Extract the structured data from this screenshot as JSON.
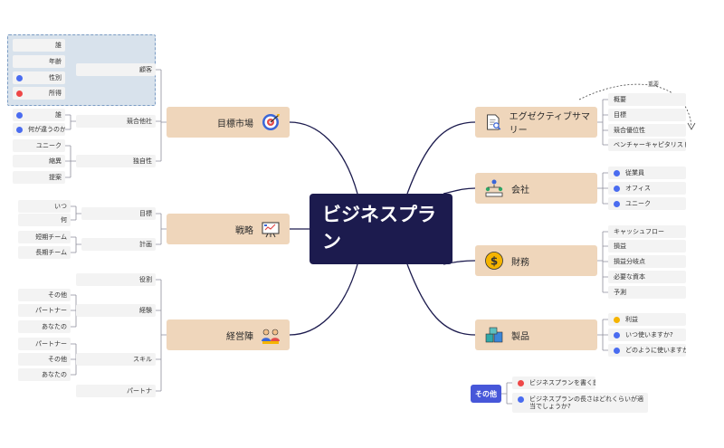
{
  "central": {
    "line1": "ビジネスプラ",
    "line2": "ン"
  },
  "colors": {
    "central_bg": "#1c1b4e",
    "main_bg": "#efd6bb",
    "sub_bg": "#f3f3f3",
    "link": "#1c1b4e",
    "highlight": "#d8e2ec",
    "tag": "#4757d9"
  },
  "branches": {
    "market": {
      "label": "目標市場",
      "icon": "target-icon",
      "groups": [
        {
          "label": "顧客",
          "items": [
            "誰",
            "年齢",
            "性別",
            "所得"
          ]
        },
        {
          "label": "競合他社",
          "items": [
            "誰",
            "何が違うのか"
          ]
        },
        {
          "label": "独自性",
          "items": [
            "ユニーク",
            "縮異",
            "提案"
          ]
        }
      ]
    },
    "strategy": {
      "label": "戦略",
      "icon": "presentation-board-icon",
      "groups": [
        {
          "label": "目標",
          "items": [
            "いつ",
            "何"
          ]
        },
        {
          "label": "計画",
          "items": [
            "短期チーム",
            "長期チーム"
          ]
        }
      ]
    },
    "management": {
      "label": "経営陣",
      "icon": "team-icon",
      "groups": [
        {
          "label": "役割",
          "items": []
        },
        {
          "label": "経験",
          "items": [
            "その他",
            "パートナー",
            "あなたの"
          ]
        },
        {
          "label": "スキル",
          "items": [
            "パートナー",
            "その他",
            "あなたの"
          ]
        },
        {
          "label": "パートナ",
          "items": []
        }
      ]
    },
    "summary": {
      "label": "エグゼクティブサマリー",
      "icon": "document-search-icon",
      "items": [
        "概要",
        "目標",
        "競合優位性",
        "ベンチャーキャピタリスト"
      ],
      "note": "重要"
    },
    "company": {
      "label": "会社",
      "icon": "organization-icon",
      "items": [
        "従業員",
        "オフィス",
        "ユニーク"
      ]
    },
    "finance": {
      "label": "財務",
      "icon": "dollar-coin-icon",
      "items": [
        "キャッシュフロー",
        "損益",
        "損益分岐点",
        "必要な資本",
        "予測"
      ]
    },
    "product": {
      "label": "製品",
      "icon": "boxes-icon",
      "items": [
        "利益",
        "いつ使いますか?",
        "どのように使いますか?"
      ]
    }
  },
  "other": {
    "label": "その他",
    "items": [
      "ビジネスプランを書く前に",
      "ビジネスプランの長さはどれくらいが適当でしょうか?"
    ]
  }
}
